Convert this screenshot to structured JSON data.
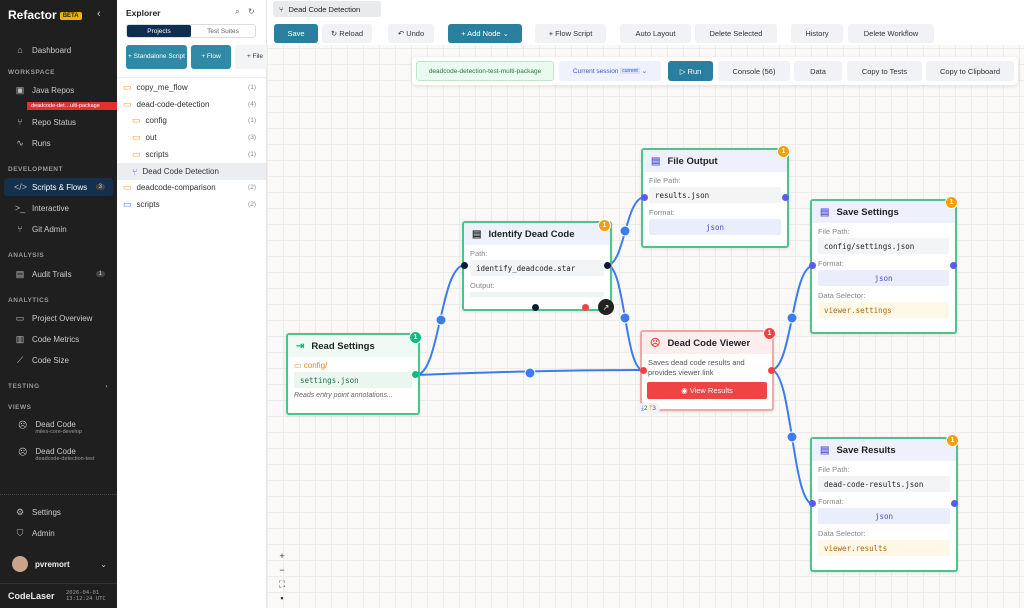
{
  "sidebar": {
    "brand": "Refactor",
    "beta": "BETA",
    "sections": {
      "workspace": "WORKSPACE",
      "development": "DEVELOPMENT",
      "analysis": "ANALYSIS",
      "analytics": "ANALYTICS",
      "testing": "TESTING",
      "views": "VIEWS"
    },
    "items": {
      "dashboard": "Dashboard",
      "java_repos": "Java Repos",
      "repo_tag": "deadcode-det…ulti-package",
      "repo_status": "Repo Status",
      "runs": "Runs",
      "scripts_flows": "Scripts & Flows",
      "scripts_count": "3",
      "interactive": "Interactive",
      "git_admin": "Git Admin",
      "audit_trails": "Audit Trails",
      "audit_count": "1",
      "project_overview": "Project Overview",
      "code_metrics": "Code Metrics",
      "code_size": "Code Size",
      "settings": "Settings",
      "admin": "Admin"
    },
    "views": [
      {
        "title": "Dead Code",
        "sub": "miles-core-develop"
      },
      {
        "title": "Dead Code",
        "sub": "deadcode-detection-test"
      }
    ],
    "user": "pvremort",
    "footer_logo": "CodeLaser",
    "date": "2026-04-01",
    "time": "13:12:24 UTC"
  },
  "explorer": {
    "title": "Explorer",
    "tabs": [
      "Projects",
      "Test Suites"
    ],
    "buttons": {
      "standalone": "+ Standalone Script",
      "flow": "+ Flow",
      "file": "+ File"
    },
    "tree": [
      {
        "name": "copy_me_flow",
        "count": "(1)"
      },
      {
        "name": "dead-code-detection",
        "count": "(4)"
      },
      {
        "name": "config",
        "count": "(1)"
      },
      {
        "name": "out",
        "count": "(3)"
      },
      {
        "name": "scripts",
        "count": "(1)"
      },
      {
        "name": "Dead Code Detection",
        "count": ""
      },
      {
        "name": "deadcode-comparison",
        "count": "(2)"
      },
      {
        "name": "scripts",
        "count": "(2)"
      }
    ]
  },
  "main": {
    "tab": "Dead Code Detection",
    "toolbar": {
      "save": "Save",
      "reload": "Reload",
      "undo": "Undo",
      "add_node": "+ Add Node",
      "flow_script": "+ Flow Script",
      "auto_layout": "Auto Layout",
      "delete_selected": "Delete Selected",
      "history": "History",
      "delete_workflow": "Delete Workflow"
    },
    "runbar": {
      "repo": "deadcode-detection-test-multi-package",
      "session": "Current session",
      "session_tag": "current",
      "run": "Run",
      "console": "Console (56)",
      "data": "Data",
      "copy_tests": "Copy to Tests",
      "copy_clipboard": "Copy to Clipboard"
    }
  },
  "nodes": {
    "read_settings": {
      "title": "Read Settings",
      "badge": "1",
      "folder": "config/",
      "file": "settings.json",
      "desc": "Reads entry point annotations..."
    },
    "identify": {
      "title": "Identify Dead Code",
      "badge": "1",
      "path_label": "Path:",
      "path": "identify_deadcode.star",
      "output_label": "Output:"
    },
    "file_output": {
      "title": "File Output",
      "badge": "1",
      "path_label": "File Path:",
      "path": "results.json",
      "format_label": "Format:",
      "format": "json"
    },
    "viewer": {
      "title": "Dead Code Viewer",
      "badge": "1",
      "desc": "Saves dead code results and provides viewer link",
      "button": "View Results",
      "in_count": "2",
      "out_count": "3"
    },
    "save_settings": {
      "title": "Save Settings",
      "badge": "1",
      "path_label": "File Path:",
      "path": "config/settings.json",
      "format_label": "Format:",
      "format": "json",
      "sel_label": "Data Selector:",
      "selector": "viewer.settings"
    },
    "save_results": {
      "title": "Save Results",
      "badge": "1",
      "path_label": "File Path:",
      "path": "dead-code-results.json",
      "format_label": "Format:",
      "format": "json",
      "sel_label": "Data Selector:",
      "selector": "viewer.results"
    }
  },
  "colors": {
    "accent": "#2a7f9e",
    "edge": "#3b7cf0",
    "node_border": "#4cc38a",
    "badge_warn": "#f59e0b",
    "badge_err": "#ef4444",
    "badge_ok": "#10b981"
  }
}
